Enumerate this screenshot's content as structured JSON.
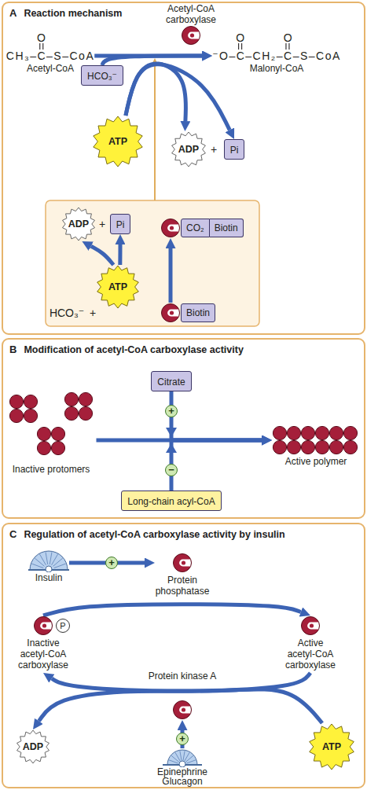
{
  "diagram": {
    "nodes": [
      {
        "text": [
          "A",
          "Reaction mechanism"
        ]
      },
      {
        "text": [
          "Acetyl-CoA carboxylase"
        ],
        "in": 0
      },
      {
        "text": [
          "HCO₃⁻"
        ],
        "in": 0
      },
      {
        "text": [
          "O",
          "CH₃–C–S–CoA",
          "Acetyl-CoA"
        ],
        "in": 0
      },
      {
        "text": [
          "O",
          "O",
          "⁻O–C–CH₂–C–S–CoA",
          "Malonyl-CoA"
        ],
        "in": 0
      },
      {
        "text": [
          "ATP"
        ],
        "in": 0
      },
      {
        "text": [
          "ADP"
        ],
        "in": 0
      },
      {
        "text": [
          "Pi"
        ],
        "in": 0
      },
      {
        "text": [
          "ADP"
        ],
        "in": 0
      },
      {
        "text": [
          "Pi"
        ],
        "in": 0
      },
      {
        "text": [
          "CO₂",
          "Biotin"
        ],
        "in": 0
      },
      {
        "text": [
          "ATP"
        ],
        "in": 0
      },
      {
        "text": [
          "Biotin"
        ],
        "in": 0
      },
      {
        "text": [
          "B",
          "Modification of acetyl-CoA carboxylase activity"
        ]
      },
      {
        "text": [
          "Citrate"
        ],
        "in": 13
      },
      {
        "text": [
          "Inactive protomers"
        ],
        "in": 13
      },
      {
        "text": [
          "Active polymer"
        ],
        "in": 13
      },
      {
        "text": [
          "Long-chain acyl-CoA"
        ],
        "in": 13
      },
      {
        "text": [
          "C",
          "Regulation of acetyl-CoA carboxylase activity by insulin"
        ]
      },
      {
        "text": [
          "Insulin"
        ],
        "in": 18
      },
      {
        "text": [
          "Protein phosphatase"
        ],
        "in": 18
      },
      {
        "text": [
          "Inactive acetyl-CoA carboxylase"
        ],
        "in": 18
      },
      {
        "text": [
          "P"
        ],
        "in": 18
      },
      {
        "text": [
          "Active acetyl-CoA carboxylase"
        ],
        "in": 18
      },
      {
        "text": [
          "Protein kinase A"
        ],
        "in": 18
      },
      {
        "text": [
          "ADP"
        ],
        "in": 18
      },
      {
        "text": [
          "ATP"
        ],
        "in": 18
      },
      {
        "text": [
          "Epinephrine Glucagon"
        ],
        "in": 18
      }
    ],
    "edges": [
      {
        "from": 3,
        "to": 4,
        "arrow": "to"
      },
      {
        "from": 2,
        "to": 4,
        "arrow": "to"
      },
      {
        "from": 5,
        "to": 6,
        "arrow": "to"
      },
      {
        "from": 5,
        "to": 7,
        "arrow": "to"
      },
      {
        "from": 11,
        "to": 8,
        "arrow": "to"
      },
      {
        "from": 11,
        "to": 9,
        "arrow": "to"
      },
      {
        "from": 12,
        "to": 10,
        "arrow": "to"
      },
      {
        "from": 15,
        "to": 16,
        "arrow": "to"
      },
      {
        "from": 14,
        "to": 16,
        "label": "+",
        "arrow": "to"
      },
      {
        "from": 17,
        "to": 16,
        "label": "−",
        "arrow": "to"
      },
      {
        "from": 19,
        "to": 20,
        "label": "+",
        "arrow": "to"
      },
      {
        "from": 21,
        "to": 23,
        "arrow": "to"
      },
      {
        "from": 23,
        "to": 21,
        "arrow": "to"
      },
      {
        "from": 26,
        "to": 25,
        "arrow": "to"
      },
      {
        "from": 27,
        "to": 24,
        "label": "+",
        "arrow": "to"
      }
    ],
    "labels": [
      "+",
      "+",
      "HCO₃⁻",
      "+"
    ]
  }
}
